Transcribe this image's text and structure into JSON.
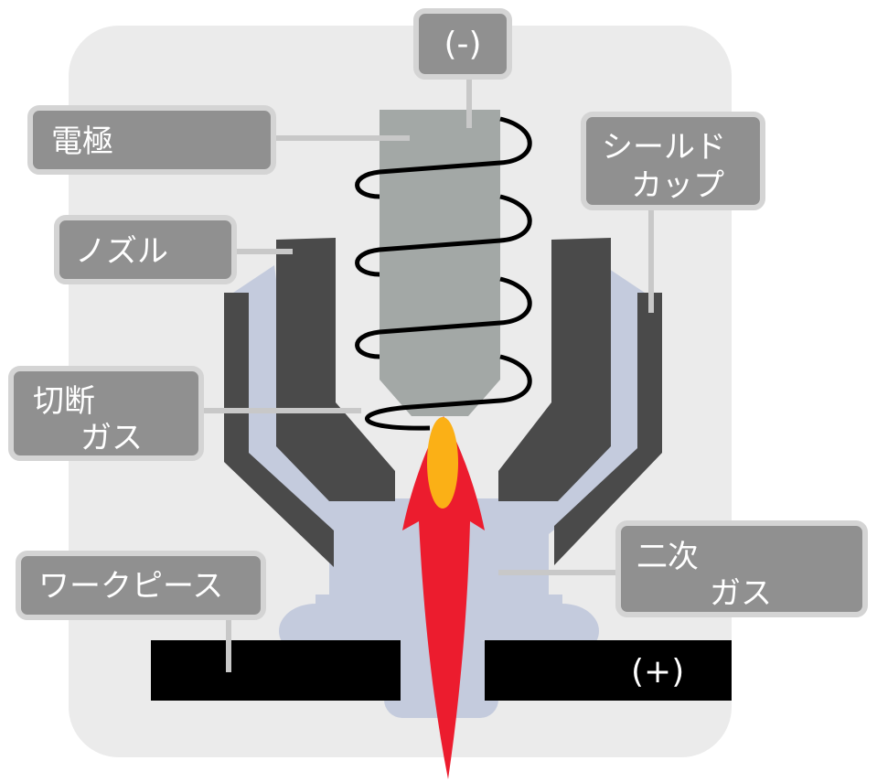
{
  "labels": {
    "negative": "(-)",
    "electrode": "電極",
    "nozzle": "ノズル",
    "cutting_gas_line1": "切断",
    "cutting_gas_line2": "ガス",
    "workpiece": "ワークピース",
    "shield_cup_line1": "シールド",
    "shield_cup_line2": "カップ",
    "secondary_gas_line1": "二次",
    "secondary_gas_line2": "ガス",
    "positive": "(+)"
  },
  "colors": {
    "background_panel": "#ebebeb",
    "label_box": "#909090",
    "label_border": "#d4d4d4",
    "electrode": "#a3a8a6",
    "nozzle": "#4a4a4a",
    "gas": "#c4cbdd",
    "plasma_outer": "#ec1c2e",
    "plasma_core": "#fbb016",
    "workpiece": "#000000",
    "coil": "#000000"
  }
}
